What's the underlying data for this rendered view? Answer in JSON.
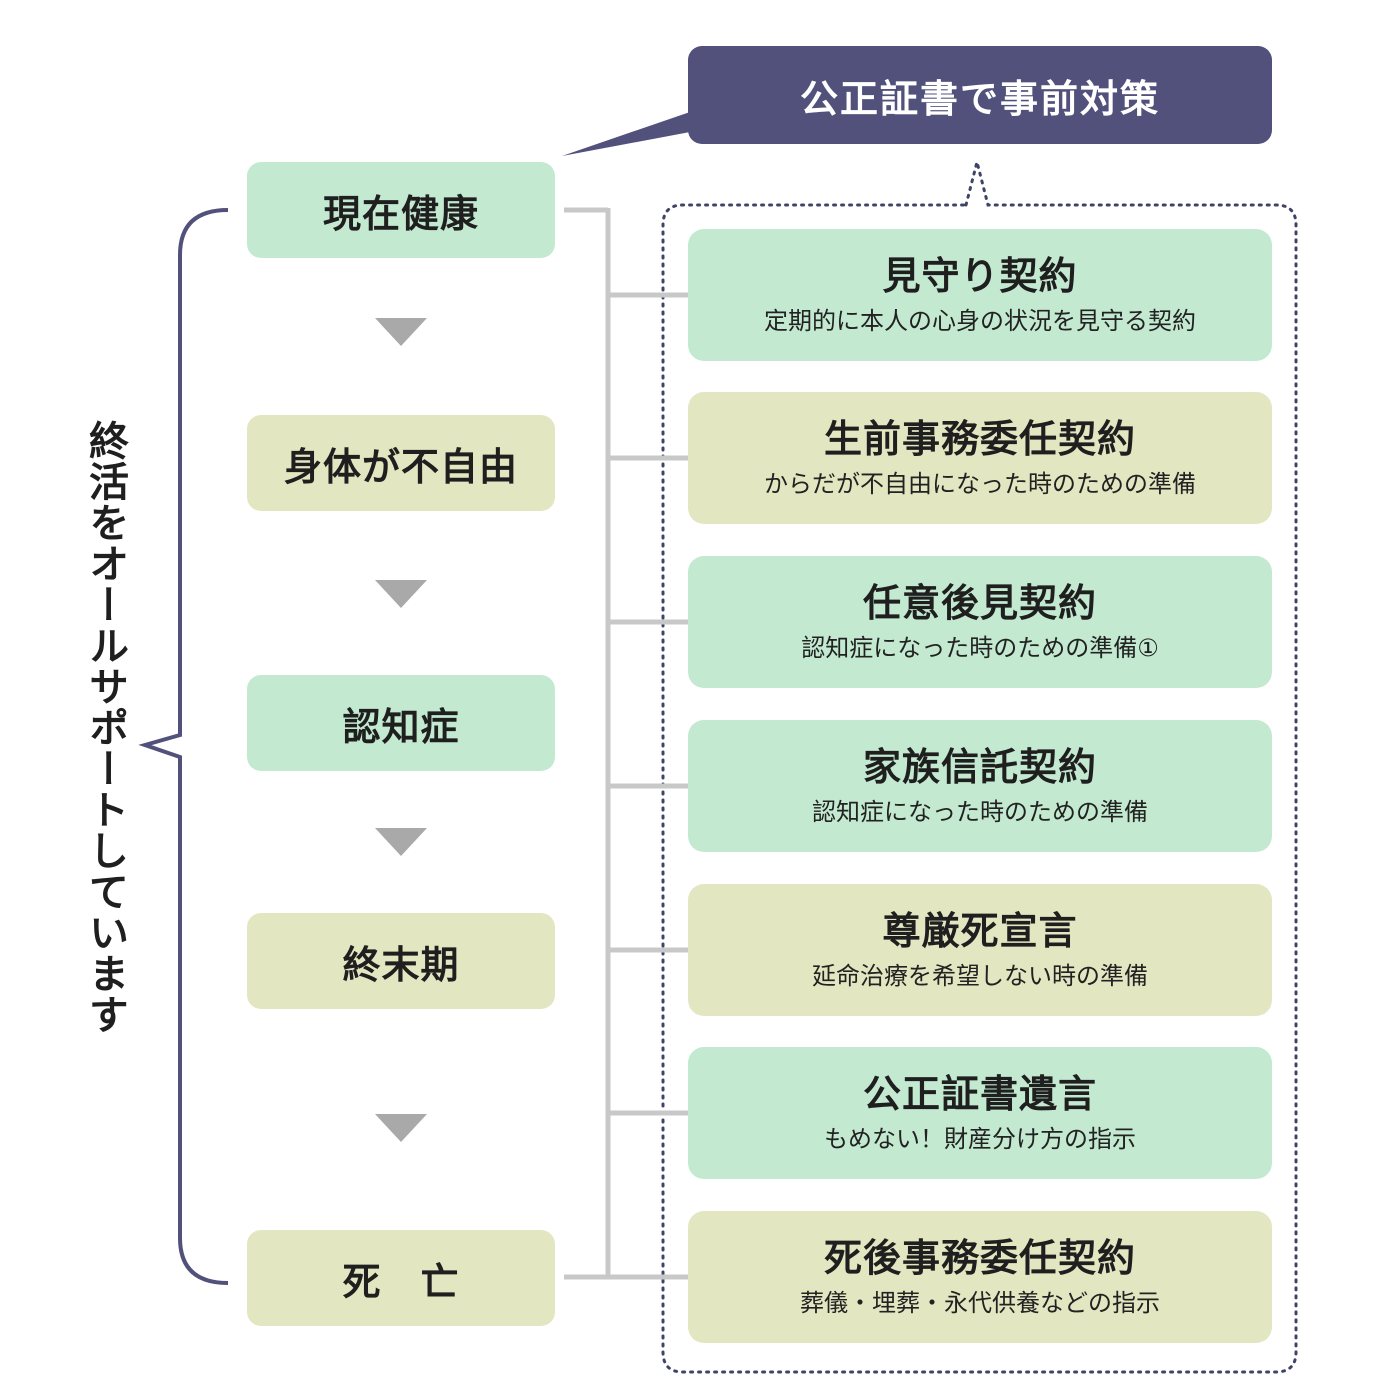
{
  "header": {
    "title": "公正証書で事前対策"
  },
  "side_label": "終活をオールサポートしています",
  "stages": [
    {
      "label": "現在健康"
    },
    {
      "label": "身体が不自由"
    },
    {
      "label": "認知症"
    },
    {
      "label": "終末期"
    },
    {
      "label": "死　亡"
    }
  ],
  "measures": [
    {
      "title": "見守り契約",
      "desc": "定期的に本人の心身の状況を見守る契約"
    },
    {
      "title": "生前事務委任契約",
      "desc": "からだが不自由になった時のための準備"
    },
    {
      "title": "任意後見契約",
      "desc": "認知症になった時のための準備①"
    },
    {
      "title": "家族信託契約",
      "desc": "認知症になった時のための準備"
    },
    {
      "title": "尊厳死宣言",
      "desc": "延命治療を希望しない時の準備"
    },
    {
      "title": "公正証書遺言",
      "desc": "もめない！財産分け方の指示"
    },
    {
      "title": "死後事務委任契約",
      "desc": "葬儀・埋葬・永代供養などの指示"
    }
  ],
  "colors": {
    "green": "#c3ead1",
    "khaki": "#e3e7c1",
    "navy": "#51517c",
    "connector": "#c8c8c8",
    "arrow": "#a9a9a9"
  }
}
